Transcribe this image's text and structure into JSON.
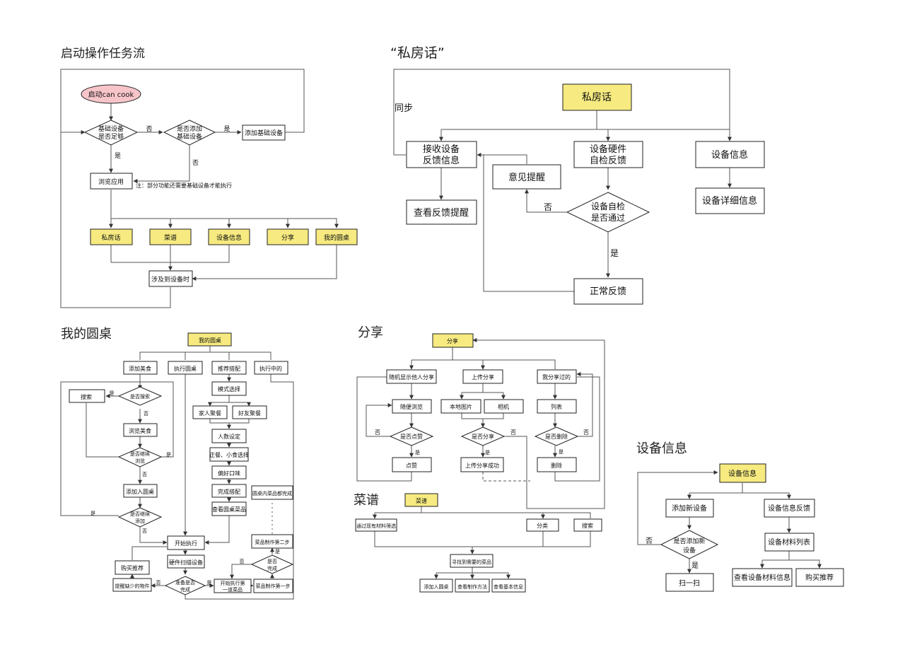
{
  "titles": {
    "start": "启动操作任务流",
    "private": "“私房话”",
    "table": "我的圆桌",
    "share": "分享",
    "recipe": "菜谱",
    "device": "设备信息"
  },
  "start": {
    "launch": "启动can cook",
    "d1": [
      "基础设备",
      "是否足够"
    ],
    "d2": [
      "是否添加",
      "基础设备"
    ],
    "add_basic": "添加基础设备",
    "browse": "浏览应用",
    "note": "注：部分功能还需要基础设备才能执行",
    "tabs": [
      "私房话",
      "菜谱",
      "设备信息",
      "分享",
      "我的圆桌"
    ],
    "device_time": "涉及到设备时",
    "yes": "是",
    "no": "否"
  },
  "private": {
    "root": "私房话",
    "sync": "同步",
    "recv": [
      "接收设备",
      "反馈信息"
    ],
    "selfcheck": [
      "设备硬件",
      "自检反馈"
    ],
    "devinfo": "设备信息",
    "view_feedback": "查看反馈提醒",
    "advice": "意见提醒",
    "pass": [
      "设备自检",
      "是否通过"
    ],
    "normal": "正常反馈",
    "detail": "设备详细信息",
    "yes": "是",
    "no": "否"
  },
  "table": {
    "root": "我的圆桌",
    "add_food": "添加美食",
    "exec_table": "执行圆桌",
    "recommend": "推荐搭配",
    "executing": "执行中的",
    "search": "搜索",
    "is_search": "是否搜索",
    "browse_food": "浏览美食",
    "cont_browse": [
      "是否继续",
      "浏览"
    ],
    "add_to_table": "添加入圆桌",
    "cont_add": [
      "是否继续",
      "添加"
    ],
    "mode": "模式选择",
    "family": "家人聚餐",
    "friends": "好友聚餐",
    "people": "人数设定",
    "meal": "正餐、小食选择",
    "taste": "偏好口味",
    "done_match": "完成搭配",
    "view_dishes": "查看圆桌菜品",
    "all_done": "圆桌内菜品都完成",
    "step2": "菜品制作第二步",
    "start_exec": "开始执行",
    "buy": "购买推荐",
    "scan": "硬件扫描设备",
    "remind": "提醒缺少的物件",
    "ready": [
      "准备是否",
      "完成"
    ],
    "first_dish": [
      "开始执行第",
      "一道菜品"
    ],
    "is_done": [
      "是否",
      "完成"
    ],
    "step1": "菜品制作第一步",
    "yes": "是",
    "no": "否"
  },
  "share": {
    "root": "分享",
    "random": "随机显示他人分享",
    "upload": "上传分享",
    "mine": "我分享过的",
    "random_browse": "随便浏览",
    "local": "本地图片",
    "camera": "相机",
    "list": "列表",
    "like_q": "是否点赞",
    "upload_q": "是否分享",
    "delete_q": "是否删除",
    "like": "点赞",
    "upload_ok": "上传分享成功",
    "delete": "删除",
    "yes": "是",
    "no": "否"
  },
  "recipe": {
    "root": "菜谱",
    "filter": "通过现有材料筛选",
    "category": "分类",
    "search": "搜索",
    "find": "寻找到需要的菜品",
    "add_table": "添加入圆桌",
    "how": "查看制作方法",
    "basic": "查看基本信息"
  },
  "device": {
    "root": "设备信息",
    "add_new": "添加新设备",
    "feedback": "设备信息反馈",
    "add_q": [
      "是否添加新",
      "设备"
    ],
    "materials": "设备材料列表",
    "scan": "扫一扫",
    "view_mat": "查看设备材料信息",
    "buy": "购买推荐",
    "yes": "是",
    "no": "否"
  },
  "colors": {
    "accent_yellow": "#f6ea80",
    "start_pink": "#f7c5c9",
    "line": "#555555"
  }
}
